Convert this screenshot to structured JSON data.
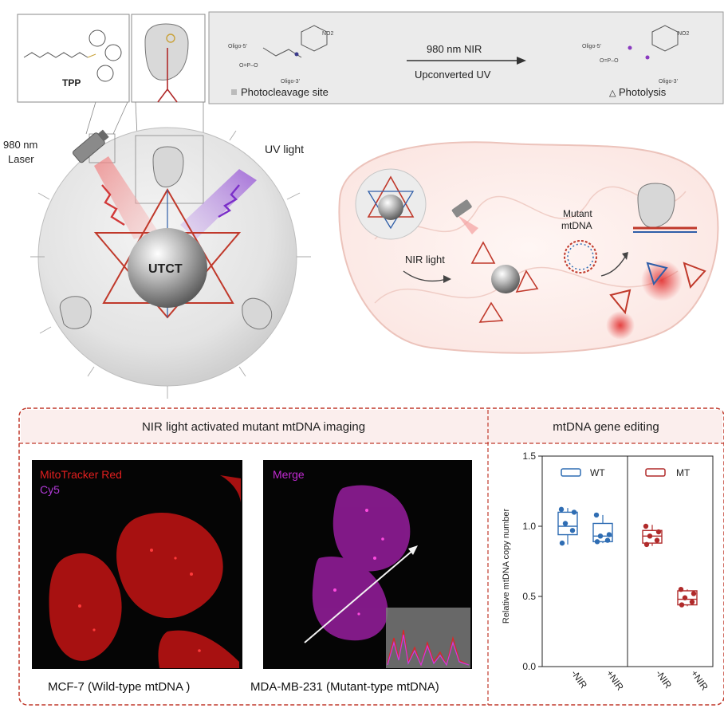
{
  "top_scheme": {
    "tpp_label": "TPP",
    "photocleavage_label": "Photocleavage site",
    "reaction_top": "980 nm NIR",
    "reaction_bottom": "Upconverted UV",
    "photolysis_label": "Photolysis",
    "chem_oligo5": "Oligo-5'",
    "chem_oligo3": "Oligo-3'",
    "chem_no2": "NO2"
  },
  "nanoparticle": {
    "laser_line1": "980 nm",
    "laser_line2": "Laser",
    "uv_label": "UV light",
    "core_label": "UTCT"
  },
  "mito": {
    "nir_label": "NIR light",
    "mutant_line1": "Mutant",
    "mutant_line2": "mtDNA"
  },
  "imaging": {
    "title": "NIR light activated mutant mtDNA imaging",
    "left_label1": "MitoTracker Red",
    "left_label2": "Cy5",
    "right_label": "Merge",
    "left_caption": "MCF-7 (Wild-type mtDNA )",
    "right_caption": "MDA-MB-231 (Mutant-type mtDNA)"
  },
  "editing": {
    "title": "mtDNA gene editing"
  },
  "colors": {
    "wt": "#2f6db3",
    "mt": "#b02a2a",
    "dash_border": "#c0392b",
    "mito_red": "#d81f1f",
    "cy5_magenta": "#c02ad0"
  },
  "chart_data": {
    "type": "box",
    "ylabel": "Relative mtDNA copy number",
    "ylim": [
      0.0,
      1.5
    ],
    "yticks": [
      "0.0",
      "0.5",
      "1.0",
      "1.5"
    ],
    "categories": [
      "-NIR",
      "+NIR",
      "-NIR",
      "+NIR"
    ],
    "legend": [
      "WT",
      "MT"
    ],
    "boxes": [
      {
        "group": "WT",
        "category": "-NIR",
        "q1": 0.94,
        "median": 1.0,
        "q3": 1.1,
        "min": 0.87,
        "max": 1.13,
        "points": [
          0.88,
          0.97,
          1.02,
          1.1,
          1.12
        ]
      },
      {
        "group": "WT",
        "category": "+NIR",
        "q1": 0.89,
        "median": 0.93,
        "q3": 1.02,
        "min": 0.88,
        "max": 1.08,
        "points": [
          0.89,
          0.9,
          0.93,
          0.94,
          1.08
        ]
      },
      {
        "group": "MT",
        "category": "-NIR",
        "q1": 0.88,
        "median": 0.93,
        "q3": 0.97,
        "min": 0.86,
        "max": 1.01,
        "points": [
          0.87,
          0.9,
          0.93,
          0.96,
          1.0
        ]
      },
      {
        "group": "MT",
        "category": "+NIR",
        "q1": 0.44,
        "median": 0.48,
        "q3": 0.54,
        "min": 0.43,
        "max": 0.55,
        "points": [
          0.44,
          0.46,
          0.49,
          0.52,
          0.55
        ]
      }
    ]
  }
}
